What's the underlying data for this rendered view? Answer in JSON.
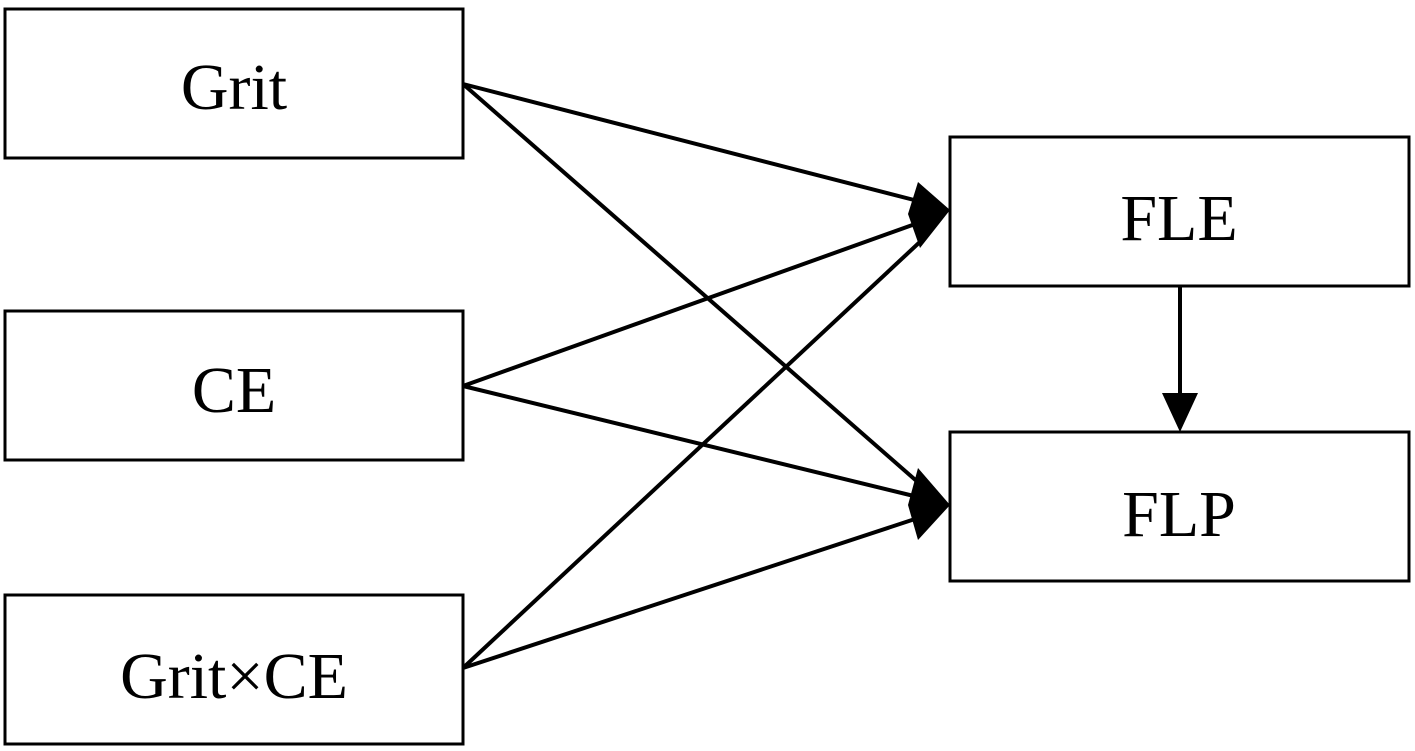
{
  "diagram": {
    "nodes": [
      {
        "id": "grit",
        "label": "Grit"
      },
      {
        "id": "ce",
        "label": "CE"
      },
      {
        "id": "grit-ce",
        "label": "Grit×CE"
      },
      {
        "id": "fle",
        "label": "FLE"
      },
      {
        "id": "flp",
        "label": "FLP"
      }
    ],
    "edges": [
      {
        "from": "grit",
        "to": "fle"
      },
      {
        "from": "grit",
        "to": "flp"
      },
      {
        "from": "ce",
        "to": "fle"
      },
      {
        "from": "ce",
        "to": "flp"
      },
      {
        "from": "grit-ce",
        "to": "fle"
      },
      {
        "from": "grit-ce",
        "to": "flp"
      },
      {
        "from": "fle",
        "to": "flp"
      }
    ]
  }
}
